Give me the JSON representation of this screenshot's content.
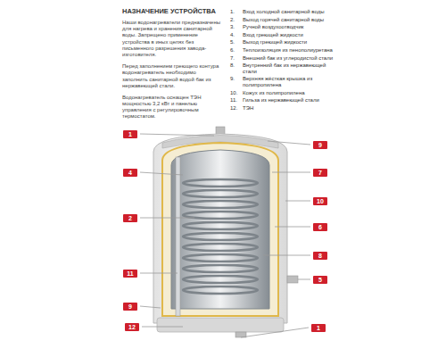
{
  "diagram": {
    "title": "НАЗНАЧЕНИЕ УСТРОЙСТВА",
    "labels": [
      "Наши водонагреватели предназначены для нагрева и хранения санитарной воды. Запрещено применение устройства в иных целях без письменного разрешения завода-изготовителя.",
      "Перед заполнением греющего контура водонагреватель необходимо заполнить санитарной водой бак из нержавеющей стали.",
      "Водонагреватель оснащен ТЭН мощностью 3,2 кВт и панелью управления с регулировочным термостатом.",
      "1.",
      "Вход холодной санитарной воды",
      "2.",
      "Выход горячей санитарной воды",
      "3.",
      "Ручной воздухоотводчик",
      "4.",
      "Вход греющей жидкости",
      "5.",
      "Выход греющей жидкости",
      "6.",
      "Теплоизоляция из пенополиуретана",
      "7.",
      "Внешний бак из углеродистой стали",
      "8.",
      "Внутренний бак из нержавеющей стали",
      "9.",
      "Верхняя жёсткая крышка из полипропилена",
      "10.",
      "Кожух из полипропилена",
      "11.",
      "Гильза из нержавеющей стали",
      "12.",
      "ТЭН",
      "1",
      "4",
      "2",
      "11",
      "9",
      "12",
      "9",
      "7",
      "10",
      "6",
      "8",
      "5",
      "1"
    ]
  }
}
